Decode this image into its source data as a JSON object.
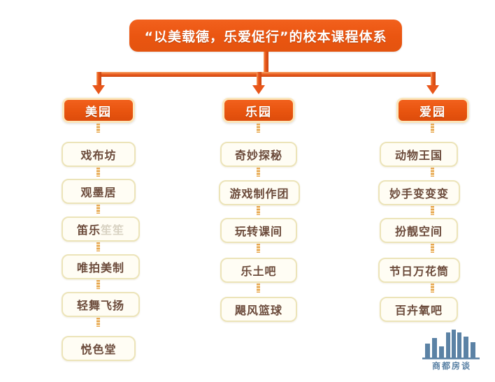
{
  "diagram": {
    "title": "“以美载德，乐爱促行”的校本课程体系",
    "columns": [
      {
        "category": "美园",
        "items": [
          {
            "label": "戏布坊"
          },
          {
            "label": "观墨居"
          },
          {
            "label": "笛乐笙笙",
            "head": "笛乐",
            "tail": "笙笙",
            "faded_tail": true
          },
          {
            "label": "唯拍美制"
          },
          {
            "label": "轻舞飞扬"
          },
          {
            "label": "悦色堂"
          }
        ]
      },
      {
        "category": "乐园",
        "items": [
          {
            "label": "奇妙探秘"
          },
          {
            "label": "游戏制作团"
          },
          {
            "label": "玩转课间"
          },
          {
            "label": "乐土吧"
          },
          {
            "label": "飓风篮球"
          }
        ]
      },
      {
        "category": "爱园",
        "items": [
          {
            "label": "动物王国"
          },
          {
            "label": "妙手变变变"
          },
          {
            "label": "扮靓空间"
          },
          {
            "label": "节日万花筒"
          },
          {
            "label": "百卉氧吧"
          }
        ]
      }
    ]
  },
  "watermark": {
    "label": "商都房谈",
    "icon": "building-skyline-icon",
    "color": "#3f6d96"
  },
  "colors": {
    "background": "#ffffff",
    "title_orange": "#ea5511",
    "category_orange": "#e8540f",
    "category_border": "#fbe6bb",
    "item_fill": "#fffdf4",
    "item_border": "#ece4b9",
    "item_text": "#6b4a3a",
    "connector": "#e8561a",
    "item_connector": "#e7a54e"
  }
}
